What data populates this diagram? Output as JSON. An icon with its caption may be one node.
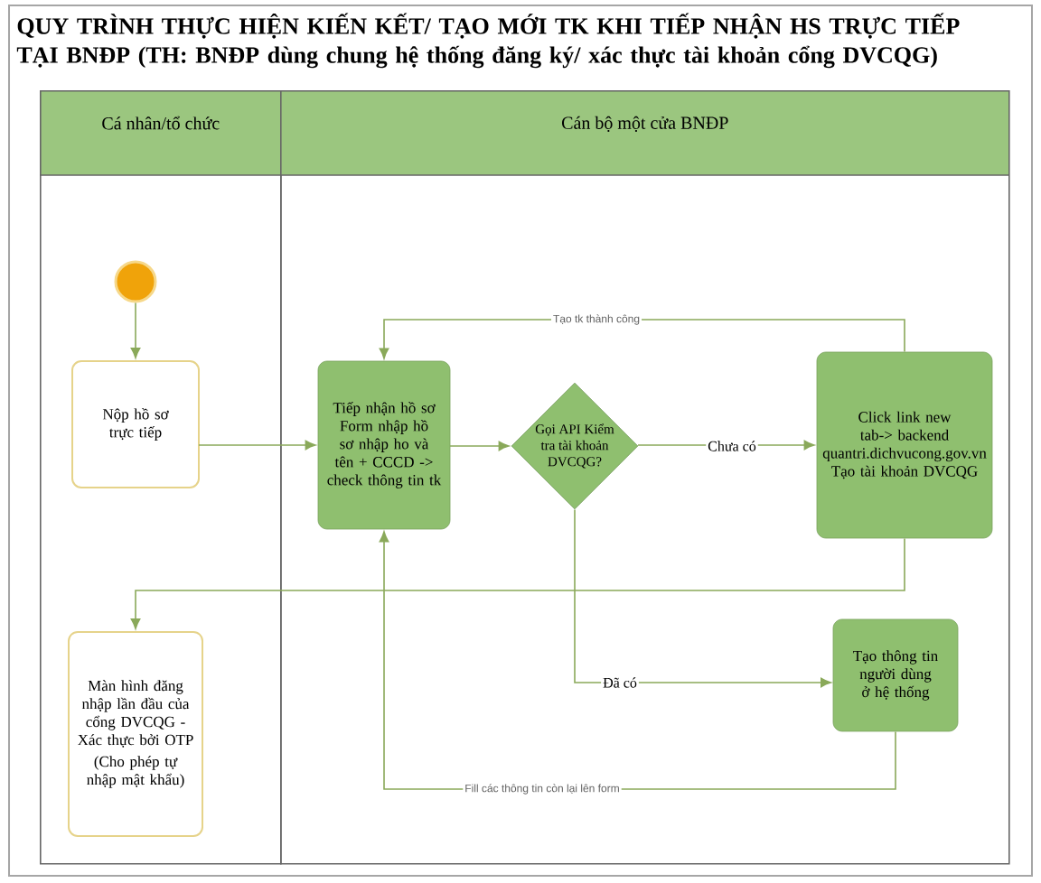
{
  "diagram": {
    "title": "QUY TRÌNH THỰC HIỆN KIẾN KẾT/ TẠO MỚI TK KHI TIẾP NHẬN HS TRỰC TIẾP TẠI BNĐP (TH: BNĐP dùng chung hệ thống đăng ký/ xác thực tài khoản cổng DVCQG)",
    "nodes": [
      {
        "text": [
          "Cá nhân/tổ chức"
        ]
      },
      {
        "text": [
          "Cán bộ một cửa BNĐP"
        ]
      },
      {
        "text": [],
        "shape": "circle",
        "in": 0
      },
      {
        "text": [
          "Nộp hồ sơ trực tiếp"
        ],
        "in": 0
      },
      {
        "text": [
          "Tiếp nhận hồ sơ Form nhập hồ sơ nhập ho và tên + CCCD -> check thông tin tk"
        ],
        "in": 1
      },
      {
        "text": [
          "Gọi API Kiểm tra tài khoản DVCQG?"
        ],
        "in": 1
      },
      {
        "text": [
          "Click link new tab-> backend quantri.dichvucong.gov.vn Tạo tài khoản DVCQG"
        ],
        "in": 1
      },
      {
        "text": [
          "Tạo thông tin người dùng ở hệ thống"
        ],
        "in": 1
      },
      {
        "text": [
          "Màn hình đăng nhập lần đầu của cổng DVCQG - Xác thực bởi OTP",
          "(Cho phép tự nhập mật khẩu)"
        ],
        "in": 0
      }
    ],
    "edges": [
      {
        "from": 2,
        "to": 3,
        "arrow": "to"
      },
      {
        "from": 3,
        "to": 4,
        "arrow": "to"
      },
      {
        "from": 4,
        "to": 5,
        "arrow": "to"
      },
      {
        "from": 5,
        "to": 6,
        "arrow": "to",
        "label": "Chưa có"
      },
      {
        "from": 6,
        "to": 4,
        "arrow": "to",
        "label": "Tạo tk thành công"
      },
      {
        "from": 5,
        "to": 7,
        "arrow": "to",
        "label": "Đã có"
      },
      {
        "from": 7,
        "to": 4,
        "arrow": "to",
        "label": "Fill các thông tin còn lại lên form"
      },
      {
        "from": 6,
        "to": 8,
        "arrow": "to"
      }
    ]
  }
}
